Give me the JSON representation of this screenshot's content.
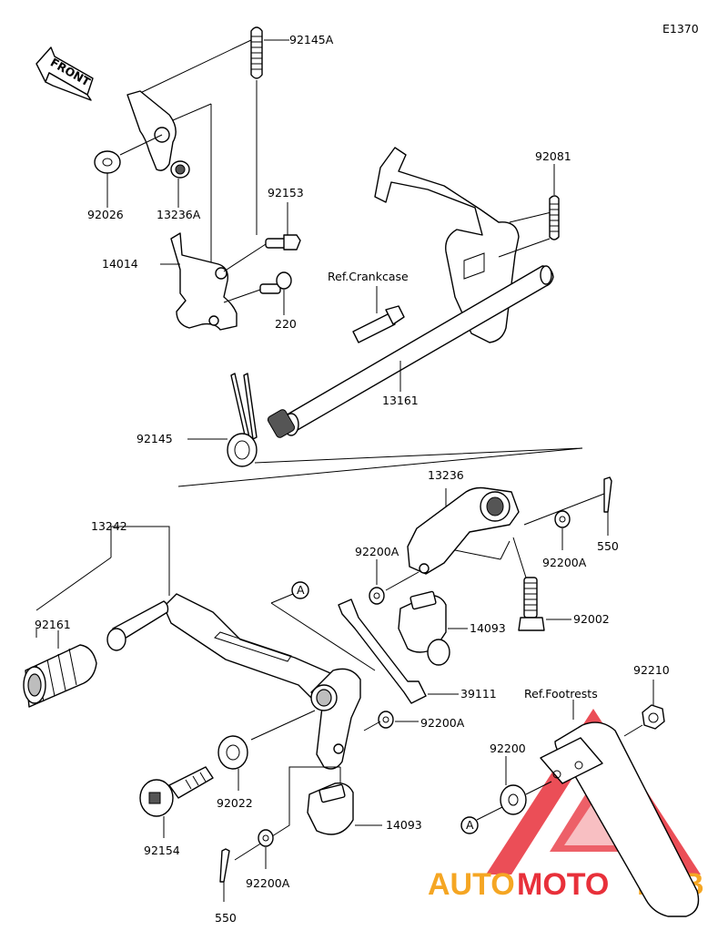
{
  "diagram": {
    "code": "E1370",
    "front_label": "FRONT",
    "refs": {
      "crankcase": "Ref.Crankcase",
      "footrests": "Ref.Footrests"
    },
    "callouts": {
      "a1": "A",
      "a2": "A"
    },
    "parts": {
      "p92145A": "92145A",
      "p92026": "92026",
      "p13236A": "13236A",
      "p92153": "92153",
      "p14014": "14014",
      "p220": "220",
      "p92081": "92081",
      "p13161": "13161",
      "p92145": "92145",
      "p13236": "13236",
      "p550a": "550",
      "p92200A_a": "92200A",
      "p92200A_b": "92200A",
      "p14093a": "14093",
      "p92002": "92002",
      "p13242": "13242",
      "p92161": "92161",
      "p39111": "39111",
      "p92200A_c": "92200A",
      "p92022": "92022",
      "p92154": "92154",
      "p14093b": "14093",
      "p92200A_d": "92200A",
      "p550b": "550",
      "p92210": "92210",
      "p92200": "92200"
    }
  },
  "watermark": {
    "part1": "AUTO",
    "part2": "MOTO",
    "part3": "HUB"
  }
}
